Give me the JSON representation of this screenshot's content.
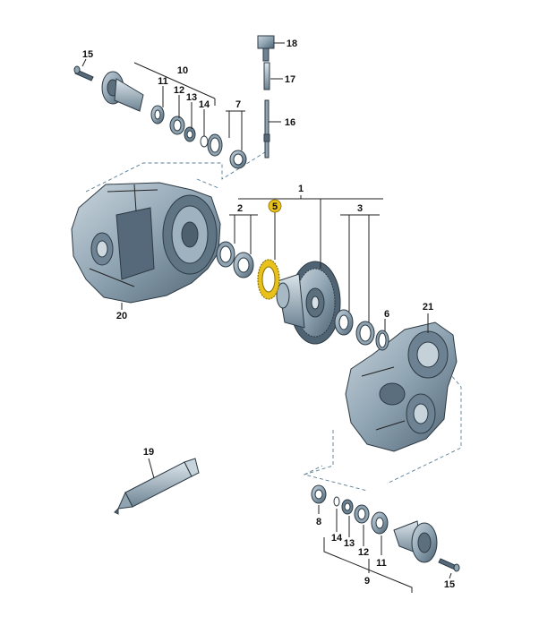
{
  "diagram": {
    "highlight_color": "#e8c21a",
    "part_color": "#7f96a6",
    "part_dark": "#4a5e6c",
    "part_light": "#c8d4dc",
    "labels": {
      "p1": "1",
      "p2": "2",
      "p3": "3",
      "p5": "5",
      "p6": "6",
      "p7": "7",
      "p8": "8",
      "p9": "9",
      "p10": "10",
      "p11_top": "11",
      "p11_bot": "11",
      "p12_top": "12",
      "p12_bot": "12",
      "p13_top": "13",
      "p13_bot": "13",
      "p14_top": "14",
      "p14_bot": "14",
      "p15_top": "15",
      "p15_bot": "15",
      "p16": "16",
      "p17": "17",
      "p18": "18",
      "p19": "19",
      "p20": "20",
      "p21": "21"
    }
  }
}
